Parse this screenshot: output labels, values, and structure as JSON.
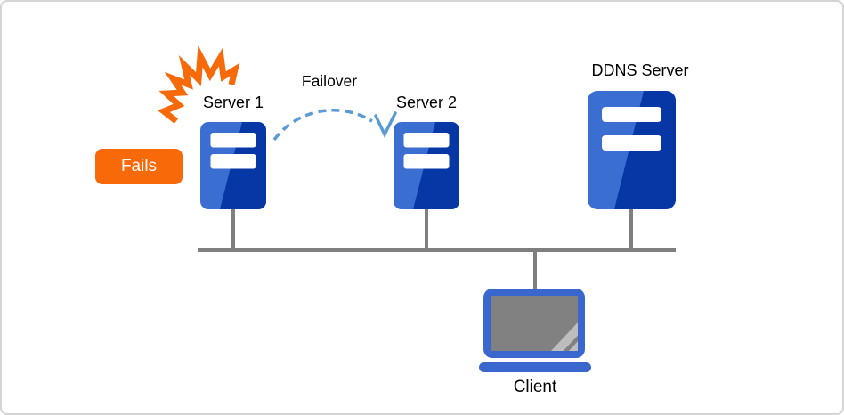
{
  "nodes": {
    "server1": {
      "label": "Server 1"
    },
    "server2": {
      "label": "Server 2"
    },
    "ddns_server": {
      "label": "DDNS Server"
    },
    "client": {
      "label": "Client"
    }
  },
  "annotations": {
    "failover_label": "Failover",
    "fails_label": "Fails"
  },
  "icons": {
    "server": "server-tower-icon",
    "client": "laptop-icon",
    "failure": "explosion-burst-icon",
    "failover": "dashed-curved-arrow",
    "network": "bus-topology-lines"
  },
  "colors": {
    "server_light": "#3B6ED1",
    "server_dark": "#0637A5",
    "laptop_blue": "#3A67CE",
    "screen_gray": "#818181",
    "stripe_gray": "#BDBDBD",
    "orange": "#F8690A",
    "arc_blue": "#5B9BD5",
    "line_gray": "#7F7F7F",
    "bar_white": "#FFFFFF"
  }
}
